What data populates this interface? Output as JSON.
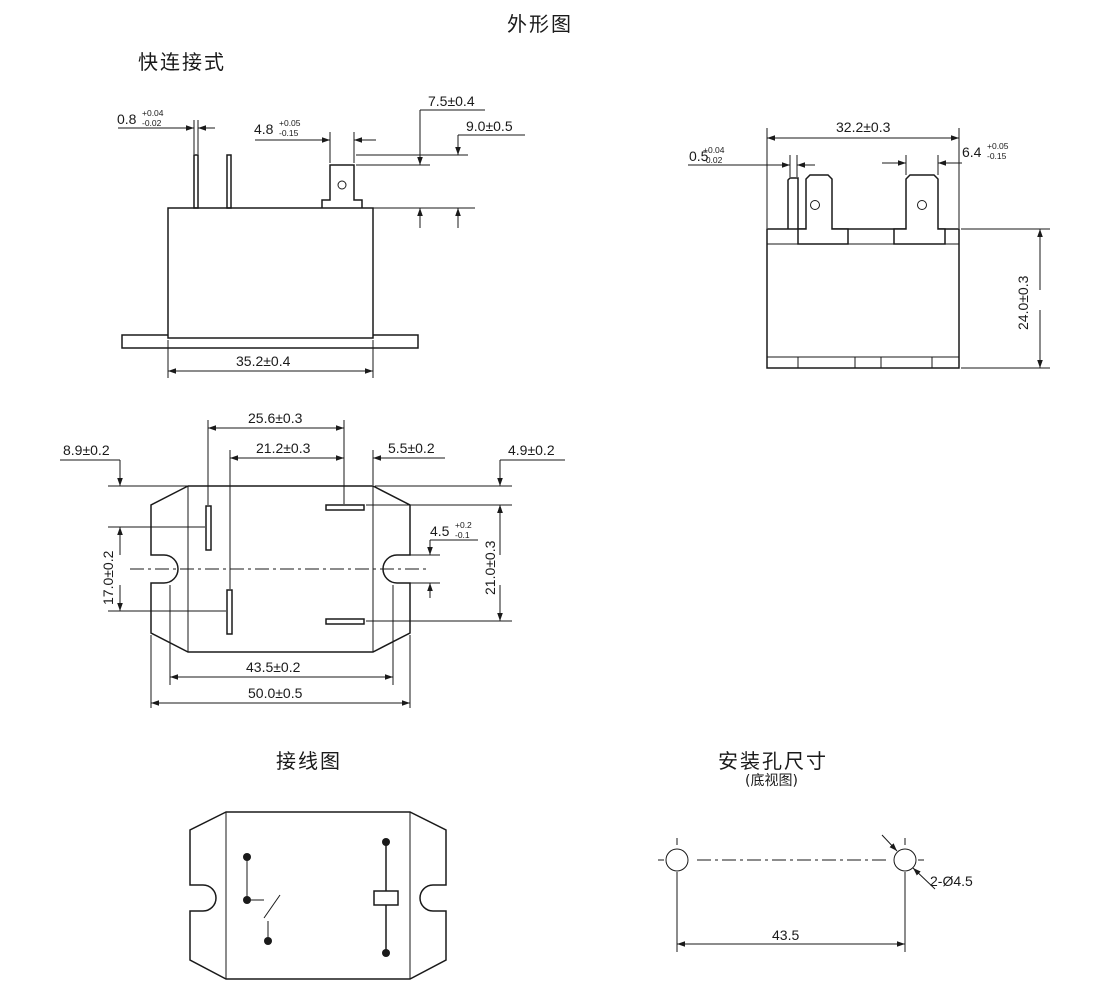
{
  "titles": {
    "outline": "外形图",
    "quick_connect": "快连接式",
    "wiring": "接线图",
    "mounting": "安装孔尺寸",
    "mounting_sub": "(底视图)"
  },
  "side_view": {
    "pin_thickness": {
      "base": "0.8",
      "tol_plus": "+0.04",
      "tol_minus": "-0.02"
    },
    "pin_width": {
      "base": "4.8",
      "tol_plus": "+0.05",
      "tol_minus": "-0.15"
    },
    "pin_hole_height": "7.5±0.4",
    "pin_height": "9.0±0.5",
    "body_width": "35.2±0.4"
  },
  "front_view": {
    "pin_spacing": "32.2±0.3",
    "pin_thickness": {
      "base": "0.5",
      "tol_plus": "+0.04",
      "tol_minus": "-0.02"
    },
    "pin_width": {
      "base": "6.4",
      "tol_plus": "+0.05",
      "tol_minus": "-0.15"
    },
    "body_height": "24.0±0.3"
  },
  "top_view": {
    "outer_pin_spacing": "25.6±0.3",
    "inner_pin_spacing": "21.2±0.3",
    "pin_offset_right": "5.5±0.2",
    "right_edge_offset": "4.9±0.2",
    "left_edge_offset": "8.9±0.2",
    "slot_width": {
      "base": "4.5",
      "tol_plus": "+0.2",
      "tol_minus": "-0.1"
    },
    "left_pin_spacing": "17.0±0.2",
    "right_pin_spacing": "21.0±0.3",
    "mount_spacing": "43.5±0.2",
    "overall_length": "50.0±0.5"
  },
  "mounting_holes": {
    "hole_label": "2-Ø4.5",
    "spacing": "43.5"
  }
}
